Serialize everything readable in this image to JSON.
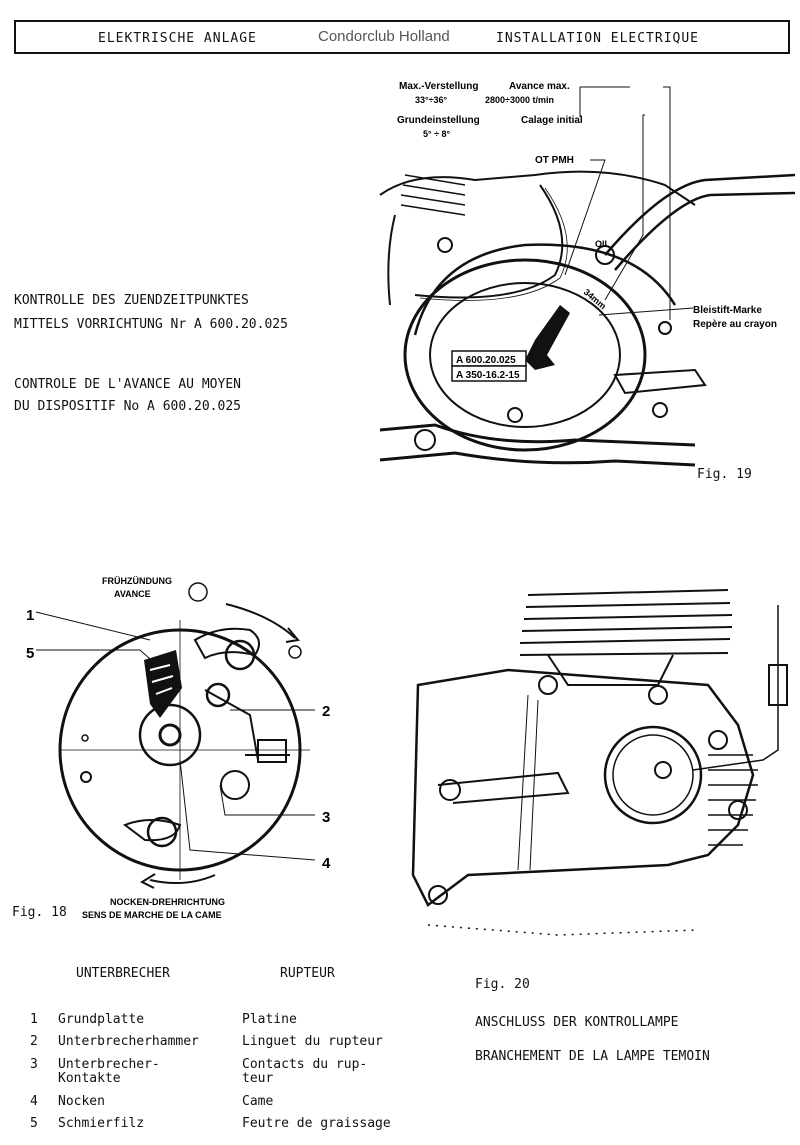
{
  "header": {
    "left": "ELEKTRISCHE ANLAGE",
    "center": "Condorclub Holland",
    "right": "INSTALLATION ELECTRIQUE"
  },
  "section1": {
    "de_line1": "KONTROLLE DES ZUENDZEITPUNKTES",
    "de_line2": "MITTELS VORRICHTUNG Nr   A 600.20.025",
    "fr_line1": "CONTROLE DE L'AVANCE AU MOYEN",
    "fr_line2": "DU DISPOSITIF No  A 600.20.025"
  },
  "fig19": {
    "caption": "Fig. 19",
    "max_de": "Max.-Verstellung",
    "max_fr": "Avance max.",
    "max_deg": "33°÷36°",
    "max_rpm": "2800÷3000 t/min",
    "base_de": "Grundeinstellung",
    "base_fr": "Calage initial",
    "base_deg": "5° ÷ 8°",
    "ot": "OT PMH",
    "dist": "34mm",
    "oil": "OIL",
    "pencil_de": "Bleistift-Marke",
    "pencil_fr": "Repère au crayon",
    "tool1": "A 600.20.025",
    "tool2": "A 350-16.2-15"
  },
  "fig18": {
    "caption": "Fig. 18",
    "early_de": "FRÜHZÜNDUNG",
    "early_fr": "AVANCE",
    "cam_de": "NOCKEN-DREHRICHTUNG",
    "cam_fr": "SENS DE MARCHE DE LA CAME",
    "n1": "1",
    "n2": "2",
    "n3": "3",
    "n4": "4",
    "n5": "5"
  },
  "fig20": {
    "caption": "Fig. 20",
    "de": "ANSCHLUSS DER KONTROLLAMPE",
    "fr": "BRANCHEMENT DE LA LAMPE TEMOIN"
  },
  "parts": {
    "head_de": "UNTERBRECHER",
    "head_fr": "RUPTEUR",
    "items": [
      {
        "num": "1",
        "de": "Grundplatte",
        "fr": "Platine"
      },
      {
        "num": "2",
        "de": "Unterbrecherhammer",
        "fr": "Linguet du rupteur"
      },
      {
        "num": "3",
        "de": "Unterbrecher-",
        "de2": "Kontakte",
        "fr": "Contacts du rup-",
        "fr2": "teur"
      },
      {
        "num": "4",
        "de": "Nocken",
        "fr": "Came"
      },
      {
        "num": "5",
        "de": "Schmierfilz",
        "fr": "Feutre de graissage"
      }
    ]
  }
}
